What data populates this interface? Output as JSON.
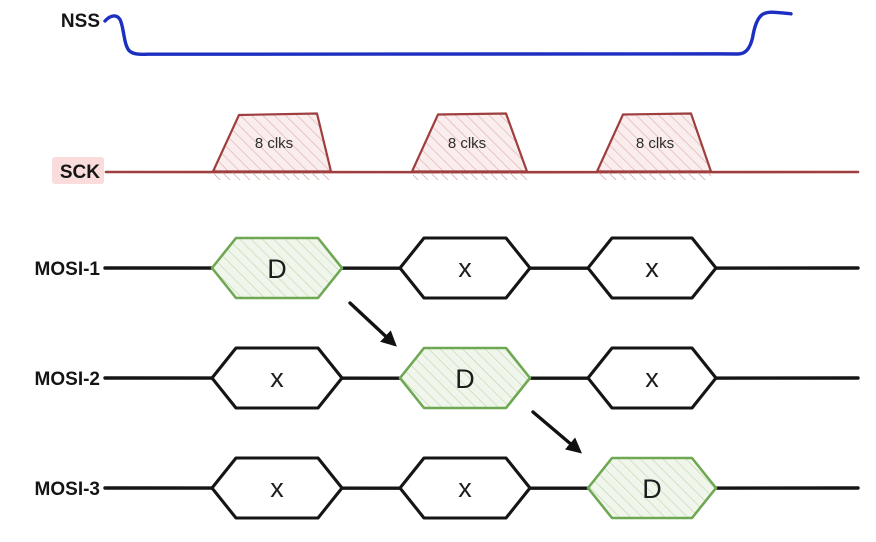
{
  "labels": {
    "nss": "NSS",
    "sck": "SCK"
  },
  "sck": {
    "bursts": [
      {
        "label": "8 clks"
      },
      {
        "label": "8 clks"
      },
      {
        "label": "8 clks"
      }
    ]
  },
  "mosi": {
    "rows": [
      {
        "name": "MOSI-1",
        "slots": [
          "D",
          "x",
          "x"
        ]
      },
      {
        "name": "MOSI-2",
        "slots": [
          "x",
          "D",
          "x"
        ]
      },
      {
        "name": "MOSI-3",
        "slots": [
          "x",
          "x",
          "D"
        ]
      }
    ]
  },
  "colors": {
    "nss_blue": "#1d2fc0",
    "sck_red": "#9e3e3e",
    "sck_label_pink": "#f18e8e",
    "sck_highlight_pink": "#fadcdc",
    "data_green": "#6fa853",
    "signal_black": "#1a1a1a"
  }
}
